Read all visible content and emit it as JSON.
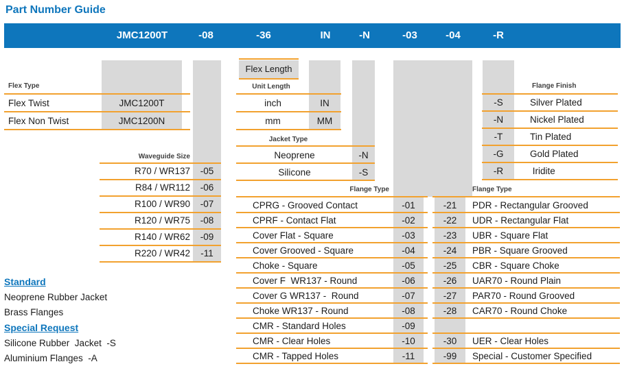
{
  "page_title": "Part Number Guide",
  "part_number": {
    "segments": [
      "JMC1200T",
      "-08",
      "-36",
      "IN",
      "-N",
      "-03",
      "-04",
      "-R"
    ]
  },
  "colors": {
    "accent_blue": "#0E76BC",
    "accent_orange": "#F2A12E",
    "column_gray": "#D9D9D9"
  },
  "flex_type": {
    "label": "Flex Type",
    "rows": [
      {
        "name": "Flex Twist",
        "code": "JMC1200T"
      },
      {
        "name": "Flex Non Twist",
        "code": "JMC1200N"
      }
    ]
  },
  "waveguide_size": {
    "label": "Waveguide Size",
    "rows": [
      {
        "name": "R70 / WR137",
        "code": "-05"
      },
      {
        "name": "R84 / WR112",
        "code": "-06"
      },
      {
        "name": "R100 / WR90",
        "code": "-07"
      },
      {
        "name": "R120 / WR75",
        "code": "-08"
      },
      {
        "name": "R140 / WR62",
        "code": "-09"
      },
      {
        "name": "R220 / WR42",
        "code": "-11"
      }
    ]
  },
  "flex_length": {
    "label": "Flex Length"
  },
  "unit_length": {
    "label": "Unit Length",
    "rows": [
      {
        "name": "inch",
        "code": "IN"
      },
      {
        "name": "mm",
        "code": "MM"
      }
    ]
  },
  "jacket_type": {
    "label": "Jacket Type",
    "rows": [
      {
        "name": "Neoprene",
        "code": "-N"
      },
      {
        "name": "Silicone",
        "code": "-S"
      }
    ]
  },
  "flange_type_primary": {
    "label": "Flange Type",
    "rows": [
      {
        "name": "CPRG - Grooved Contact",
        "code": "-01"
      },
      {
        "name": "CPRF - Contact Flat",
        "code": "-02"
      },
      {
        "name": "Cover Flat - Square",
        "code": "-03"
      },
      {
        "name": "Cover Grooved - Square",
        "code": "-04"
      },
      {
        "name": "Choke - Square",
        "code": "-05"
      },
      {
        "name": "Cover F  WR137 - Round",
        "code": "-06"
      },
      {
        "name": "Cover G WR137 -  Round",
        "code": "-07"
      },
      {
        "name": "Choke WR137 - Round",
        "code": "-08"
      },
      {
        "name": "CMR - Standard Holes",
        "code": "-09"
      },
      {
        "name": "CMR - Clear Holes",
        "code": "-10"
      },
      {
        "name": "CMR - Tapped Holes",
        "code": "-11"
      }
    ]
  },
  "flange_type_secondary": {
    "label": "Flange Type",
    "rows": [
      {
        "code": "-21",
        "name": "PDR - Rectangular Grooved"
      },
      {
        "code": "-22",
        "name": "UDR - Rectangular Flat"
      },
      {
        "code": "-23",
        "name": "UBR - Square Flat"
      },
      {
        "code": "-24",
        "name": "PBR - Square Grooved"
      },
      {
        "code": "-25",
        "name": "CBR - Square Choke"
      },
      {
        "code": "-26",
        "name": "UAR70 - Round Plain"
      },
      {
        "code": "-27",
        "name": "PAR70 - Round Grooved"
      },
      {
        "code": "-28",
        "name": "CAR70 - Round Choke"
      },
      {
        "code": "",
        "name": ""
      },
      {
        "code": "-30",
        "name": "UER - Clear Holes"
      },
      {
        "code": "-99",
        "name": "Special - Customer Specified"
      }
    ]
  },
  "flange_finish": {
    "label": "Flange Finish",
    "rows": [
      {
        "code": "-S",
        "name": "Silver Plated"
      },
      {
        "code": "-N",
        "name": "Nickel Plated"
      },
      {
        "code": "-T",
        "name": "Tin Plated"
      },
      {
        "code": "-G",
        "name": "Gold Plated"
      },
      {
        "code": "-R",
        "name": " Iridite"
      }
    ]
  },
  "notes": {
    "standard": {
      "heading": "Standard",
      "items": [
        "Neoprene Rubber Jacket",
        "Brass Flanges"
      ]
    },
    "special": {
      "heading": "Special Request",
      "items": [
        "Silicone Rubber  Jacket  -S",
        "Aluminium Flanges  -A"
      ]
    }
  }
}
